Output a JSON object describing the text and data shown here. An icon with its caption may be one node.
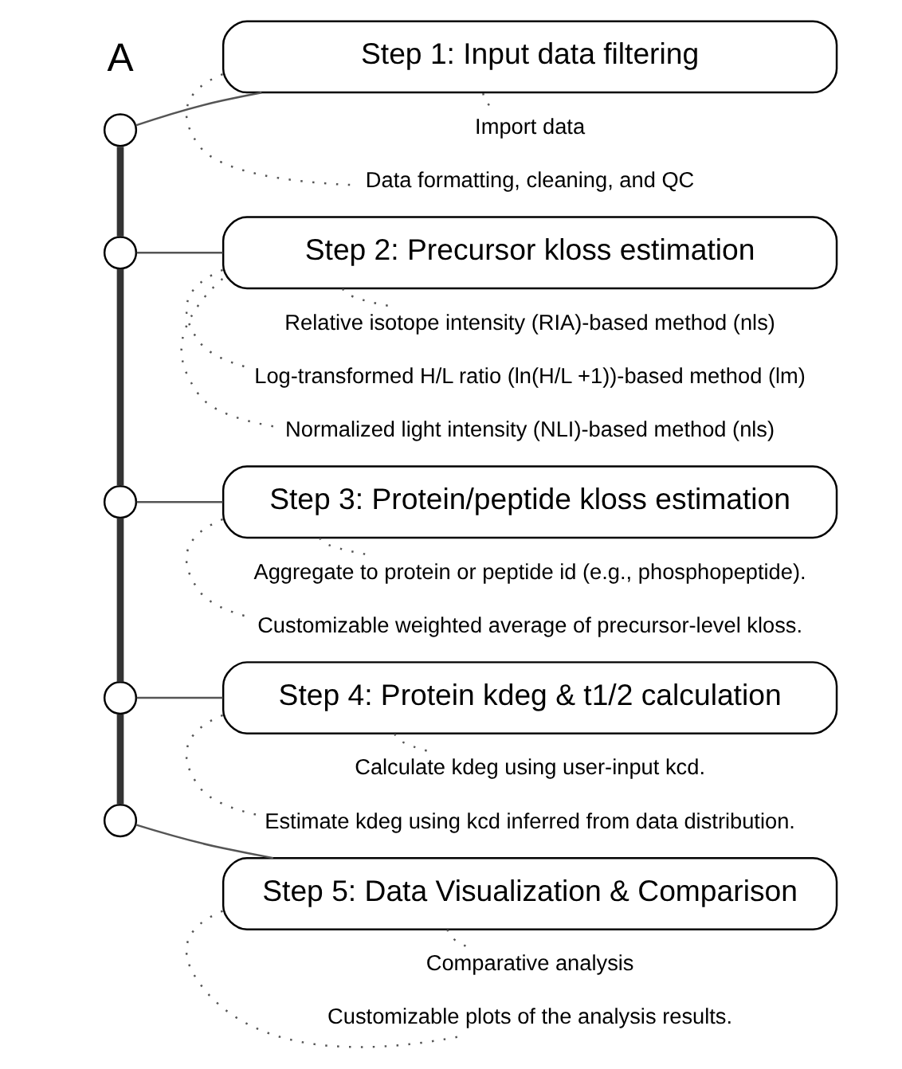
{
  "diagram": {
    "nodes": [
      {
        "text": [],
        "shape": "circle"
      },
      {
        "text": [
          "Step 1: Input data filtering"
        ]
      },
      {
        "text": [
          "Import data"
        ]
      },
      {
        "text": [
          "Data formatting, cleaning, and QC"
        ]
      },
      {
        "text": [],
        "shape": "circle"
      },
      {
        "text": [
          "Step 2: Precursor kloss estimation"
        ]
      },
      {
        "text": [
          "Relative isotope intensity (RIA)-based method (nls)"
        ]
      },
      {
        "text": [
          "Log-transformed H/L ratio (ln(H/L +1))-based method (lm)"
        ]
      },
      {
        "text": [
          "Normalized light intensity (NLI)-based method (nls)"
        ]
      },
      {
        "text": [],
        "shape": "circle"
      },
      {
        "text": [
          "Step 3: Protein/peptide kloss estimation"
        ]
      },
      {
        "text": [
          "Aggregate to protein or peptide id (e.g., phosphopeptide)."
        ]
      },
      {
        "text": [
          "Customizable weighted average of precursor-level kloss."
        ]
      },
      {
        "text": [],
        "shape": "circle"
      },
      {
        "text": [
          "Step 4: Protein kdeg & t1/2 calculation"
        ]
      },
      {
        "text": [
          "Calculate kdeg using user-input kcd."
        ]
      },
      {
        "text": [
          "Estimate kdeg using kcd inferred from data distribution."
        ]
      },
      {
        "text": [],
        "shape": "circle"
      },
      {
        "text": [
          "Step 5: Data Visualization & Comparison"
        ]
      },
      {
        "text": [
          "Comparative analysis"
        ]
      },
      {
        "text": [
          "Customizable plots of the analysis results."
        ]
      }
    ],
    "edges": [
      {
        "from": 0,
        "to": 4,
        "arrow": "none",
        "style": "thick"
      },
      {
        "from": 4,
        "to": 9,
        "arrow": "none",
        "style": "thick"
      },
      {
        "from": 9,
        "to": 13,
        "arrow": "none",
        "style": "thick"
      },
      {
        "from": 13,
        "to": 17,
        "arrow": "none",
        "style": "thick"
      },
      {
        "from": 0,
        "to": 1,
        "arrow": "none"
      },
      {
        "from": 4,
        "to": 5,
        "arrow": "none"
      },
      {
        "from": 9,
        "to": 10,
        "arrow": "none"
      },
      {
        "from": 13,
        "to": 14,
        "arrow": "none"
      },
      {
        "from": 17,
        "to": 18,
        "arrow": "none"
      },
      {
        "from": 1,
        "to": 2,
        "arrow": "none",
        "style": "dashed"
      },
      {
        "from": 1,
        "to": 3,
        "arrow": "none",
        "style": "dashed"
      },
      {
        "from": 5,
        "to": 6,
        "arrow": "none",
        "style": "dashed"
      },
      {
        "from": 5,
        "to": 7,
        "arrow": "none",
        "style": "dashed"
      },
      {
        "from": 5,
        "to": 8,
        "arrow": "none",
        "style": "dashed"
      },
      {
        "from": 10,
        "to": 11,
        "arrow": "none",
        "style": "dashed"
      },
      {
        "from": 10,
        "to": 12,
        "arrow": "none",
        "style": "dashed"
      },
      {
        "from": 14,
        "to": 15,
        "arrow": "none",
        "style": "dashed"
      },
      {
        "from": 14,
        "to": 16,
        "arrow": "none",
        "style": "dashed"
      },
      {
        "from": 18,
        "to": 19,
        "arrow": "none",
        "style": "dashed"
      },
      {
        "from": 18,
        "to": 20,
        "arrow": "none",
        "style": "dashed"
      }
    ],
    "labels": [
      "A"
    ]
  }
}
